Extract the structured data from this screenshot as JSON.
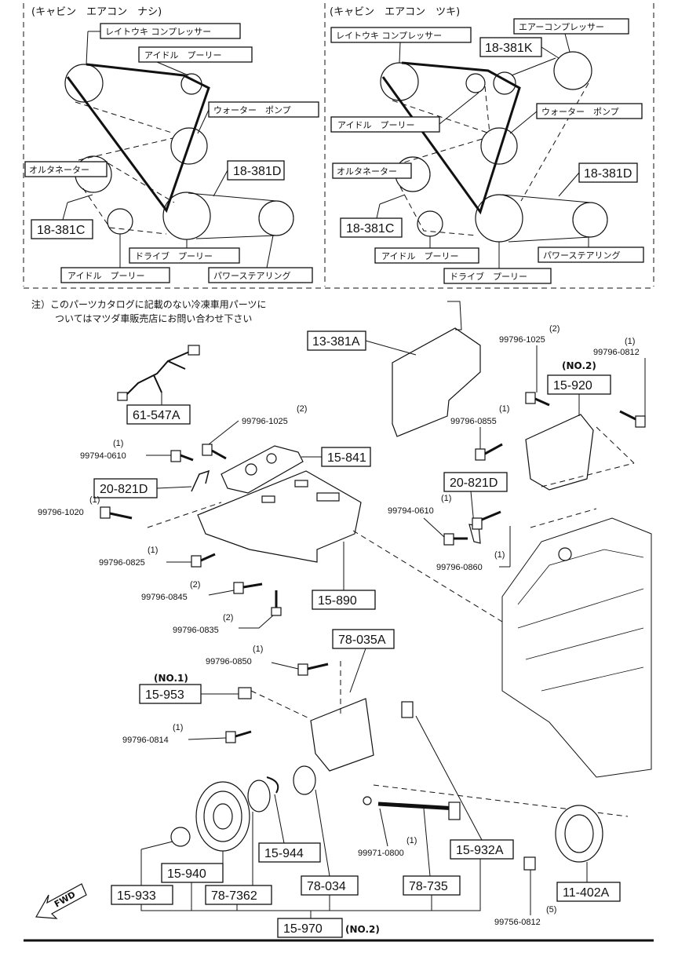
{
  "top_left": {
    "title": "(キャビン　エアコン　ナシ)",
    "labels": {
      "compressor": "レイトウキ コンプレッサー",
      "idler_top": "アイドル　プーリー",
      "water_pump": "ウォーター　ポンプ",
      "alternator": "オルタネーター",
      "belt_d": "18-381D",
      "belt_c": "18-381C",
      "drive_pulley": "ドライブ　プーリー",
      "idler_bottom": "アイドル　プーリー",
      "power_steering": "パワーステアリング"
    }
  },
  "top_right": {
    "title": "(キャビン　エアコン　ツキ)",
    "labels": {
      "compressor": "レイトウキ コンプレッサー",
      "ac_compressor": "エアーコンプレッサー",
      "belt_k": "18-381K",
      "idler": "アイドル　プーリー",
      "water_pump": "ウォーター　ポンプ",
      "alternator": "オルタネーター",
      "belt_d": "18-381D",
      "belt_c": "18-381C",
      "idler_bottom": "アイドル　プーリー",
      "power_steering": "パワーステアリング",
      "drive_pulley": "ドライブ　プーリー"
    }
  },
  "note": {
    "line1": "注）このパーツカタログに記載のない冷凍車用パーツに",
    "line2": "ついてはマツダ車販売店にお問い合わせ下さい"
  },
  "parts": {
    "p13_381A": "13-381A",
    "p61_547A": "61-547A",
    "p15_841": "15-841",
    "p20_821D_left": "20-821D",
    "p15_890": "15-890",
    "p15_920": "15-920",
    "no2_top": "(NO.2)",
    "p20_821D_right": "20-821D",
    "p78_035A": "78-035A",
    "no1": "(NO.1)",
    "p15_953": "15-953",
    "p15_944": "15-944",
    "p15_940": "15-940",
    "p15_933": "15-933",
    "p78_7362": "78-7362",
    "p78_034": "78-034",
    "p78_735": "78-735",
    "p15_932A": "15-932A",
    "p11_402A": "11-402A",
    "p15_970": "15-970",
    "no2_bottom": "(NO.2)",
    "fwd": "FWD"
  },
  "bolts": {
    "b1025a": "99796-1025",
    "b1025a_q": "(2)",
    "b0812": "99796-0812",
    "b0812_q": "(1)",
    "b1025b": "99796-1025",
    "b1025b_q": "(2)",
    "b0855": "99796-0855",
    "b0855_q": "(1)",
    "b0610a": "99794-0610",
    "b0610a_q": "(1)",
    "b1020": "99796-1020",
    "b1020_q": "(1)",
    "b0610b": "99794-0610",
    "b0610b_q": "(1)",
    "b0825": "99796-0825",
    "b0825_q": "(1)",
    "b0860": "99796-0860",
    "b0860_q": "(1)",
    "b0845": "99796-0845",
    "b0845_q": "(2)",
    "b0835": "99796-0835",
    "b0835_q": "(2)",
    "b0850": "99796-0850",
    "b0850_q": "(1)",
    "b0814": "99796-0814",
    "b0814_q": "(1)",
    "b0800": "99971-0800",
    "b0800_q": "(1)",
    "b0812b": "99756-0812",
    "b0812b_q": "(5)"
  }
}
